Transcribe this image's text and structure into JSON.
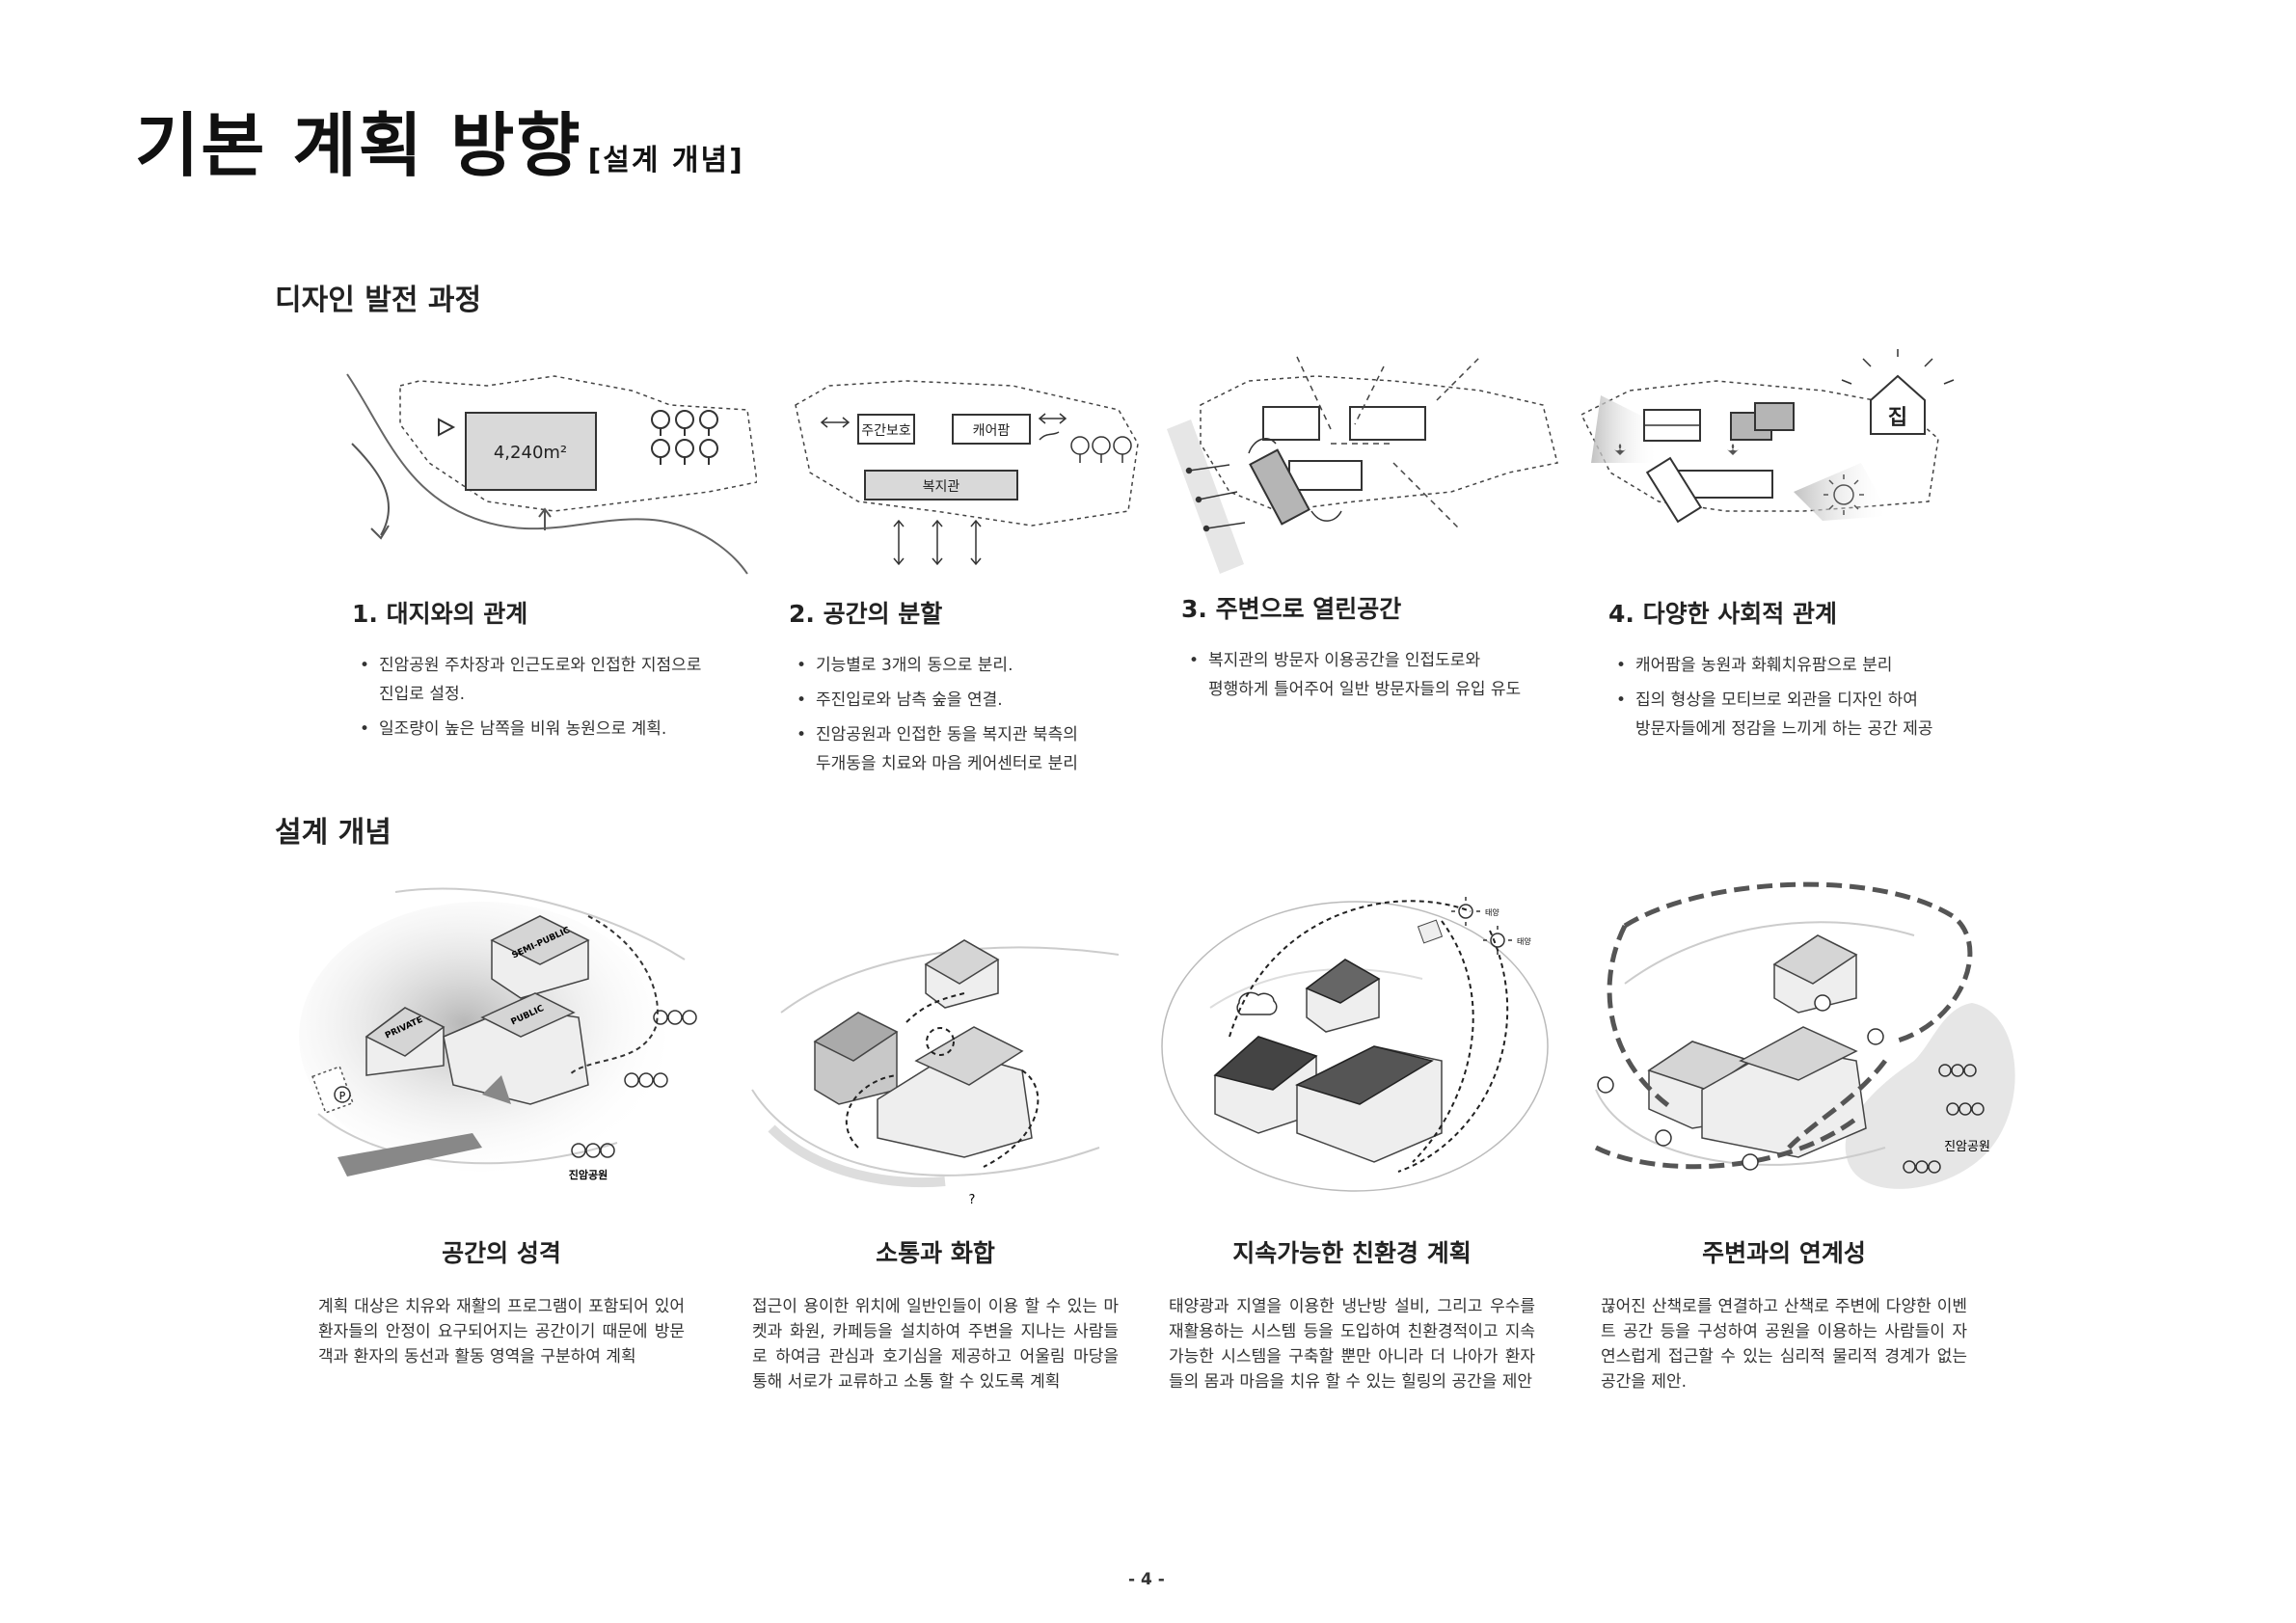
{
  "header": {
    "title": "기본 계획 방향",
    "subtitle": "[설계 개념]"
  },
  "process": {
    "heading": "디자인 발전 과정",
    "steps": [
      {
        "title": "1. 대지와의 관계",
        "bullets": [
          "진암공원 주차장과 인근도로와 인접한 지점으로\n진입로 설정.",
          "일조량이 높은 남쪽을 비워 농원으로 계획."
        ],
        "diagram": {
          "area_label": "4,240m²"
        }
      },
      {
        "title": "2. 공간의 분할",
        "bullets": [
          "기능별로 3개의 동으로 분리.",
          "주진입로와 남측 숲을 연결.",
          "진암공원과 인접한 동을 복지관 북측의\n두개동을 치료와 마음 케어센터로 분리"
        ],
        "diagram": {
          "box1": "주간보호",
          "box2": "캐어팜",
          "box3": "복지관"
        }
      },
      {
        "title": "3. 주변으로 열린공간",
        "bullets": [
          "복지관의 방문자 이용공간을 인접도로와\n평행하게 틀어주어 일반 방문자들의 유입 유도"
        ]
      },
      {
        "title": "4. 다양한 사회적 관계",
        "bullets": [
          "캐어팜을 농원과 화훼치유팜으로 분리",
          "집의 형상을 모티브로 외관을 디자인 하여\n방문자들에게 정감을 느끼게 하는 공간 제공"
        ],
        "diagram": {
          "house_label": "집"
        }
      }
    ]
  },
  "concept": {
    "heading": "설계 개념",
    "items": [
      {
        "title": "공간의 성격",
        "text": "계획 대상은 치유와 재활의 프로그램이 포함되어 있어 환자들의 안정이 요구되어지는 공간이기 때문에 방문객과 환자의 동선과 활동 영역을 구분하여 계획",
        "labels": {
          "private": "PRIVATE",
          "semi": "SEMI-PUBLIC",
          "public": "PUBLIC",
          "park": "진암공원",
          "parking": "P"
        }
      },
      {
        "title": "소통과 화합",
        "text": "접근이 용이한 위치에 일반인들이 이용 할 수 있는 마켓과 화원, 카페등을 설치하여 주변을 지나는 사람들로 하여금 관심과 호기심을 제공하고 어울림 마당을 통해 서로가 교류하고 소통 할 수 있도록 계획",
        "labels": {
          "question": "?"
        }
      },
      {
        "title": "지속가능한 친환경 계획",
        "text": "태양광과 지열을 이용한 냉난방 설비, 그리고 우수를 재활용하는 시스템 등을 도입하여 친환경적이고 지속가능한 시스템을 구축할 뿐만 아니라 더 나아가 환자들의 몸과 마음을 치유 할 수 있는 힐링의 공간을 제안",
        "labels": {
          "sun1": "태양",
          "sun2": "태양"
        }
      },
      {
        "title": "주변과의 연계성",
        "text": "끊어진 산책로를 연결하고 산책로 주변에 다양한 이벤트 공간 등을 구성하여 공원을 이용하는 사람들이 자연스럽게 접근할 수 있는 심리적 물리적 경계가 없는 공간을 제안.",
        "labels": {
          "park": "진암공원"
        }
      }
    ]
  },
  "footer": {
    "page": "- 4 -"
  },
  "colors": {
    "text": "#222222",
    "building_gray": "#b5b5b5",
    "light_gray": "#e6e6e6",
    "dark_gray": "#7a7a7a"
  }
}
